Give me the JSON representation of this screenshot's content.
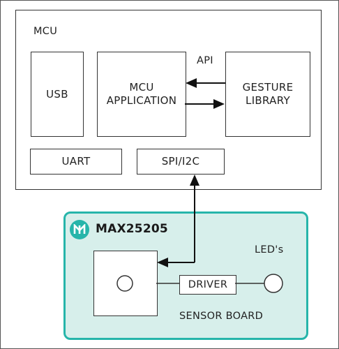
{
  "mcu": {
    "title": "MCU",
    "usb": "USB",
    "app": "MCU\nAPPLICATION",
    "gesture": "GESTURE\nLIBRARY",
    "api": "API",
    "uart": "UART",
    "spi": "SPI/I2C"
  },
  "sensor_board": {
    "chip": "MAX25205",
    "leds": "LED's",
    "driver": "DRIVER",
    "label": "SENSOR BOARD"
  },
  "colors": {
    "board_border": "#26b5aa",
    "board_fill": "#d7efeb",
    "line": "#111111"
  },
  "icons": {
    "logo": "maxim-logo-icon"
  }
}
